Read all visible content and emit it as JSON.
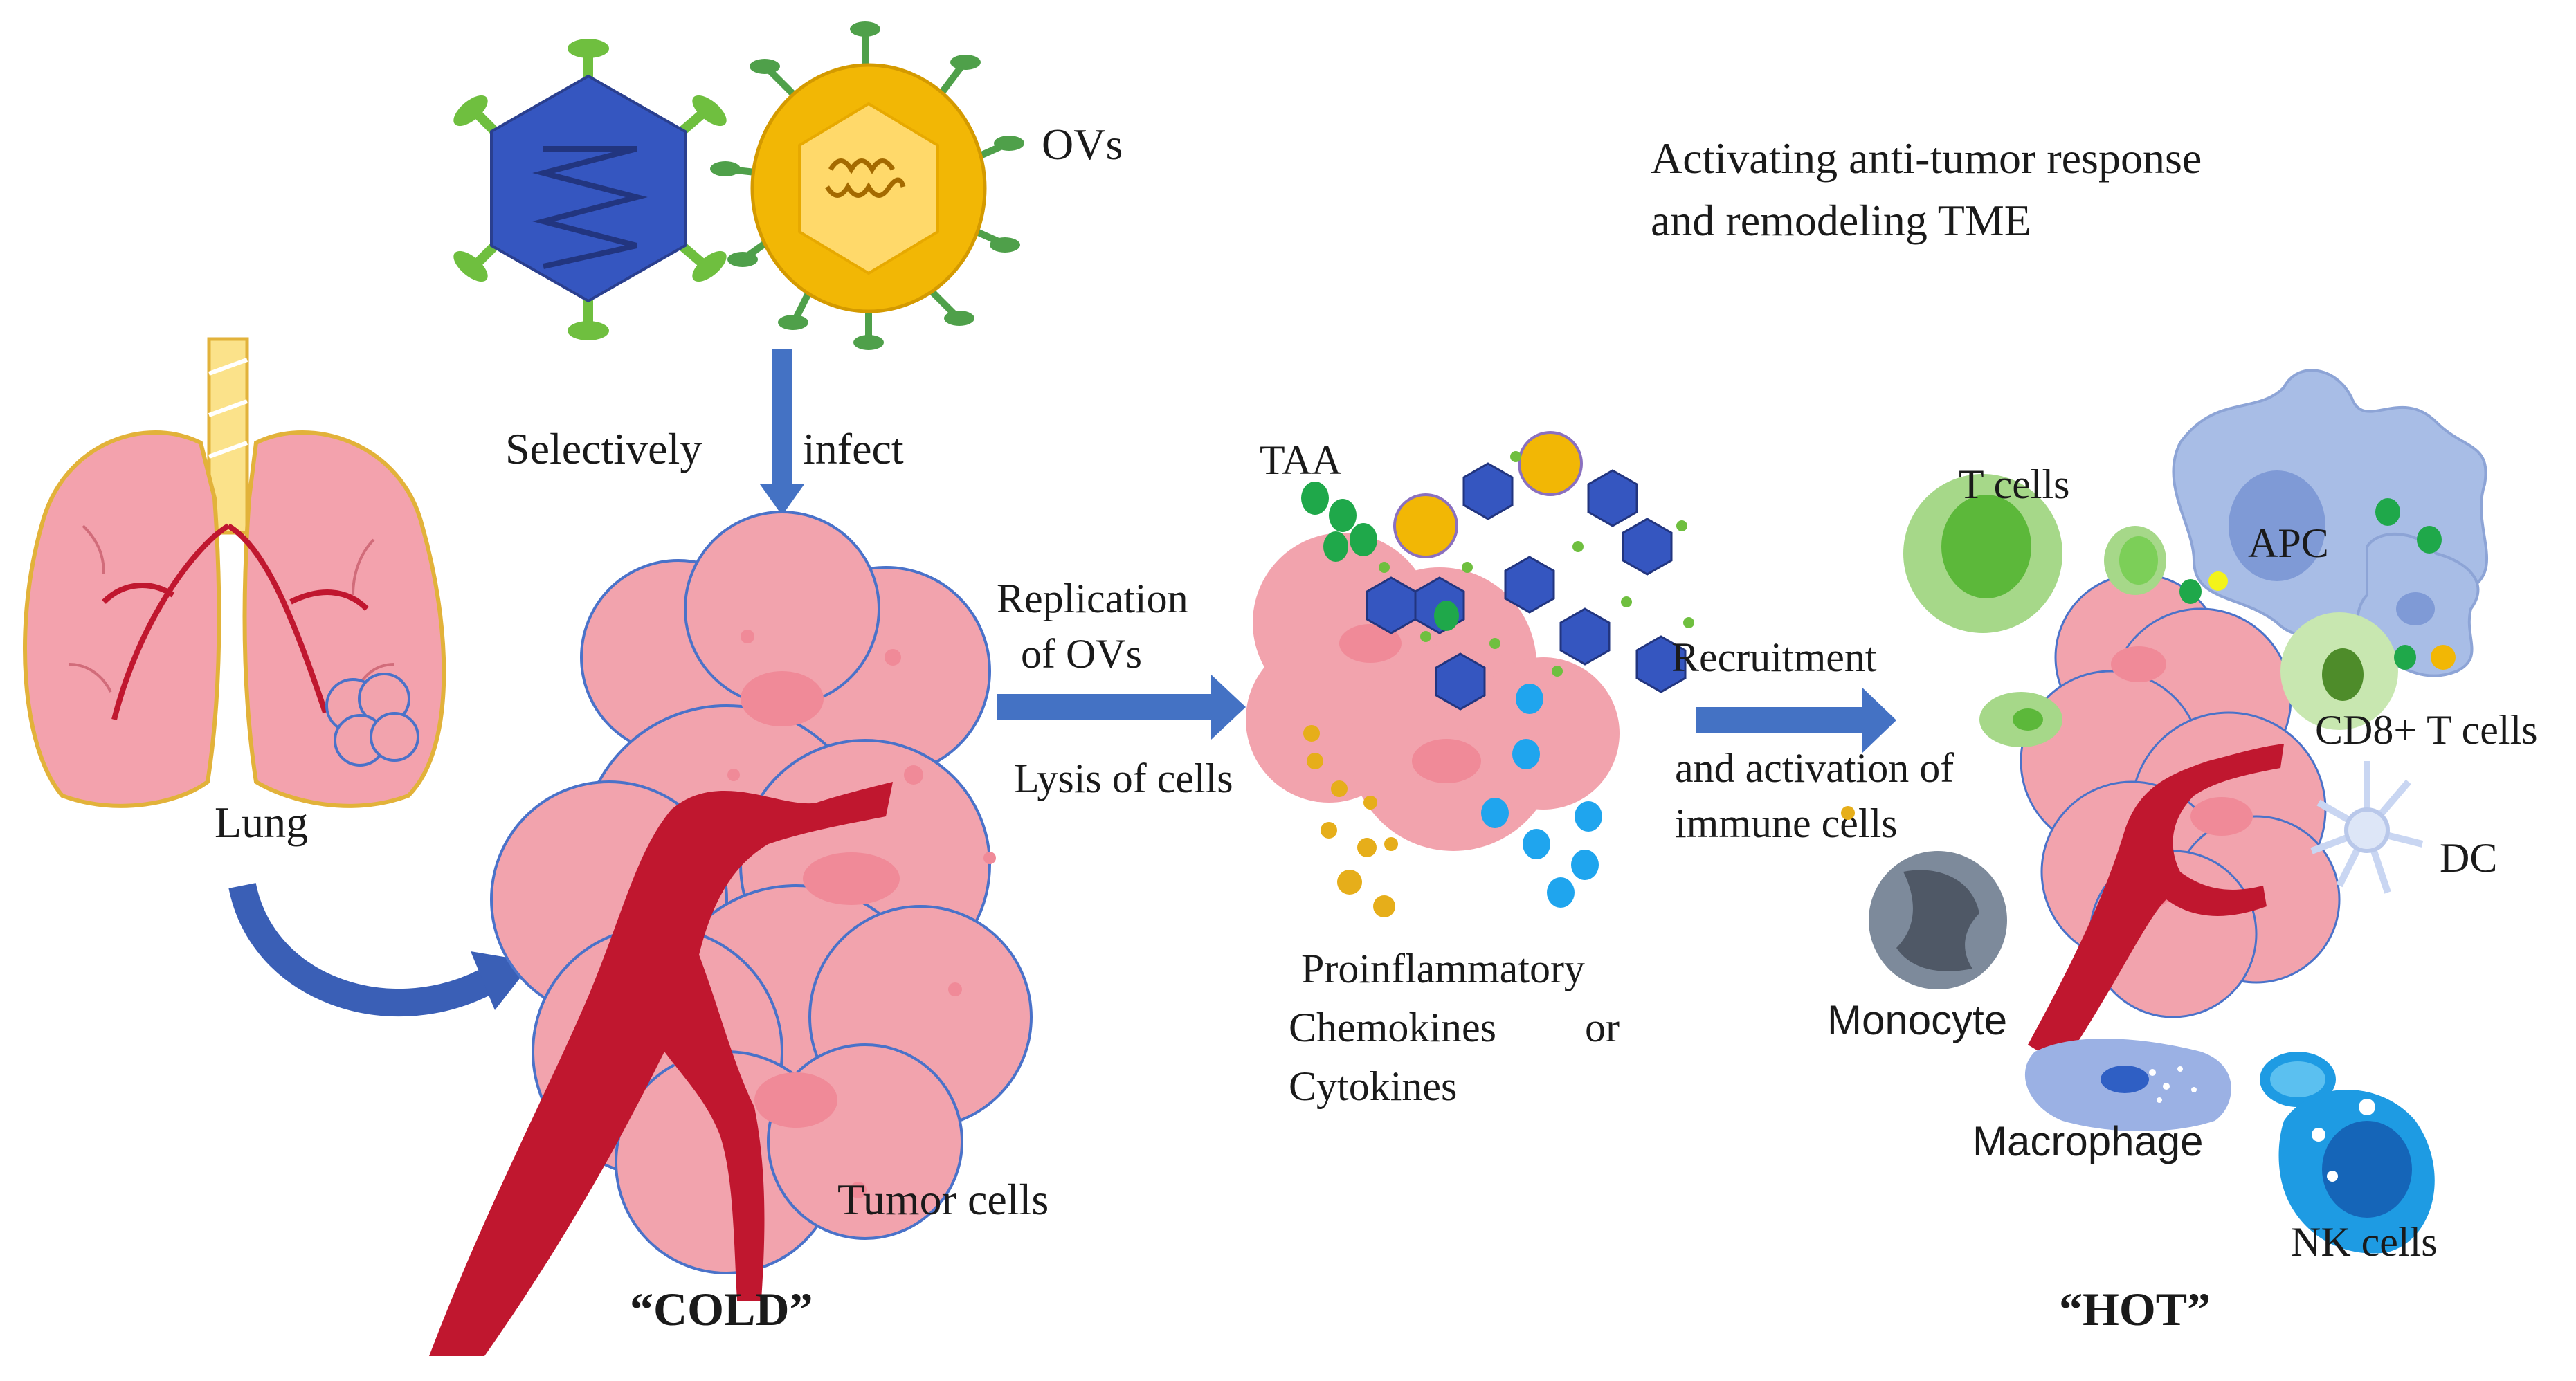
{
  "labels": {
    "ovs": "OVs",
    "selectively": "Selectively",
    "infect": "infect",
    "lung": "Lung",
    "cold": "“COLD”",
    "tumor_cells": "Tumor cells",
    "replication_1": "Replication",
    "replication_2": "of  OVs",
    "lysis": "Lysis of cells",
    "taa": "TAA",
    "proinflammatory": "Proinflammatory",
    "chemokines": "Chemokines",
    "or": "or",
    "cytokines": "Cytokines",
    "recruitment": "Recruitment",
    "activation_1": "and activation of",
    "activation_2": "immune cells",
    "activating_1": "Activating anti-tumor response",
    "activating_2": "and remodeling TME",
    "t_cells": "T cells",
    "apc": "APC",
    "cd8": "CD8+ T cells",
    "dc": "DC",
    "monocyte": "Monocyte",
    "macrophage": "Macrophage",
    "nk_cells": "NK cells",
    "hot": "“HOT”"
  },
  "colors": {
    "tumor_fill": "#f2a3ad",
    "tumor_stroke": "#4a72c9",
    "tumor_spot": "#f08a98",
    "vessel": "#c0172f",
    "arrow": "#4472c4",
    "virus_blue": "#3556c0",
    "virus_yellow": "#f2b705",
    "spike_green": "#6fbf3f",
    "taa_green": "#1fa84a",
    "cytokine_blue": "#1fa5ee",
    "cytokine_yellow": "#e6ae1a",
    "lung_fill": "#f3a2ad",
    "lung_stroke": "#e2b23a",
    "t_cell_green": "#a6d889",
    "apc_blue": "#a8bde6",
    "monocyte_gray": "#7d8a9b",
    "macrophage_blue": "#9bb1e4",
    "nk_blue": "#1e9be3"
  }
}
